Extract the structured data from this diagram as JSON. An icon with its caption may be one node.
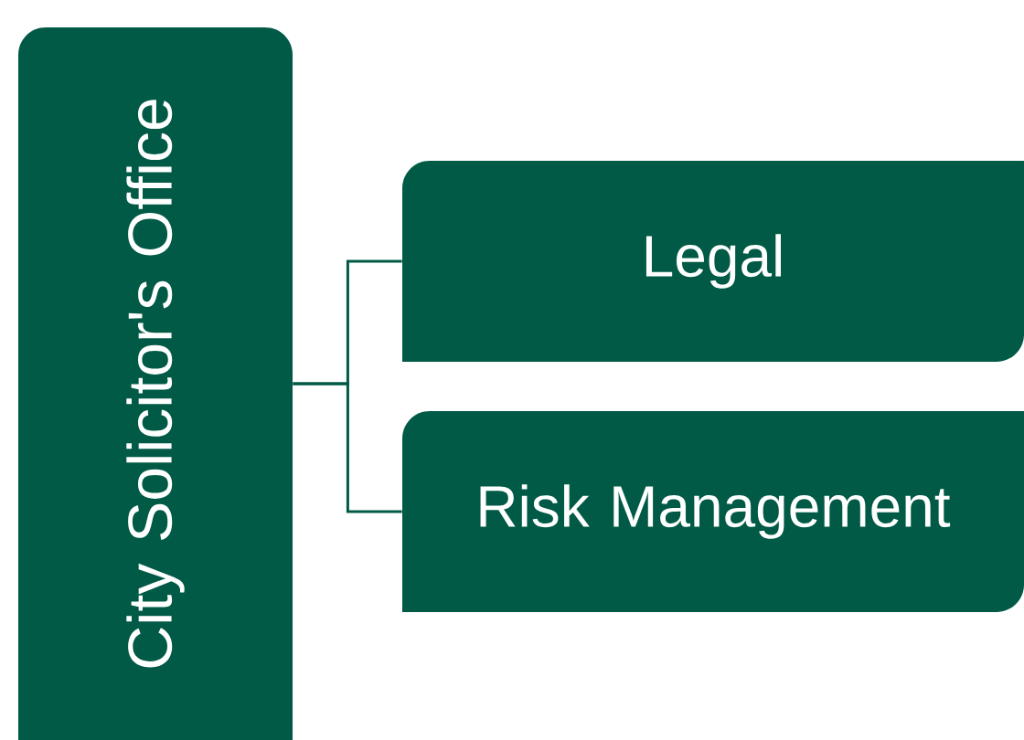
{
  "diagram": {
    "nodes": [
      {
        "text": [
          "City Solicitor's Office"
        ]
      },
      {
        "text": [
          "Legal"
        ]
      },
      {
        "text": [
          "Risk Management"
        ]
      }
    ],
    "edges": [
      {
        "from": 0,
        "to": 1,
        "arrow": "none"
      },
      {
        "from": 0,
        "to": 2,
        "arrow": "none"
      }
    ]
  }
}
